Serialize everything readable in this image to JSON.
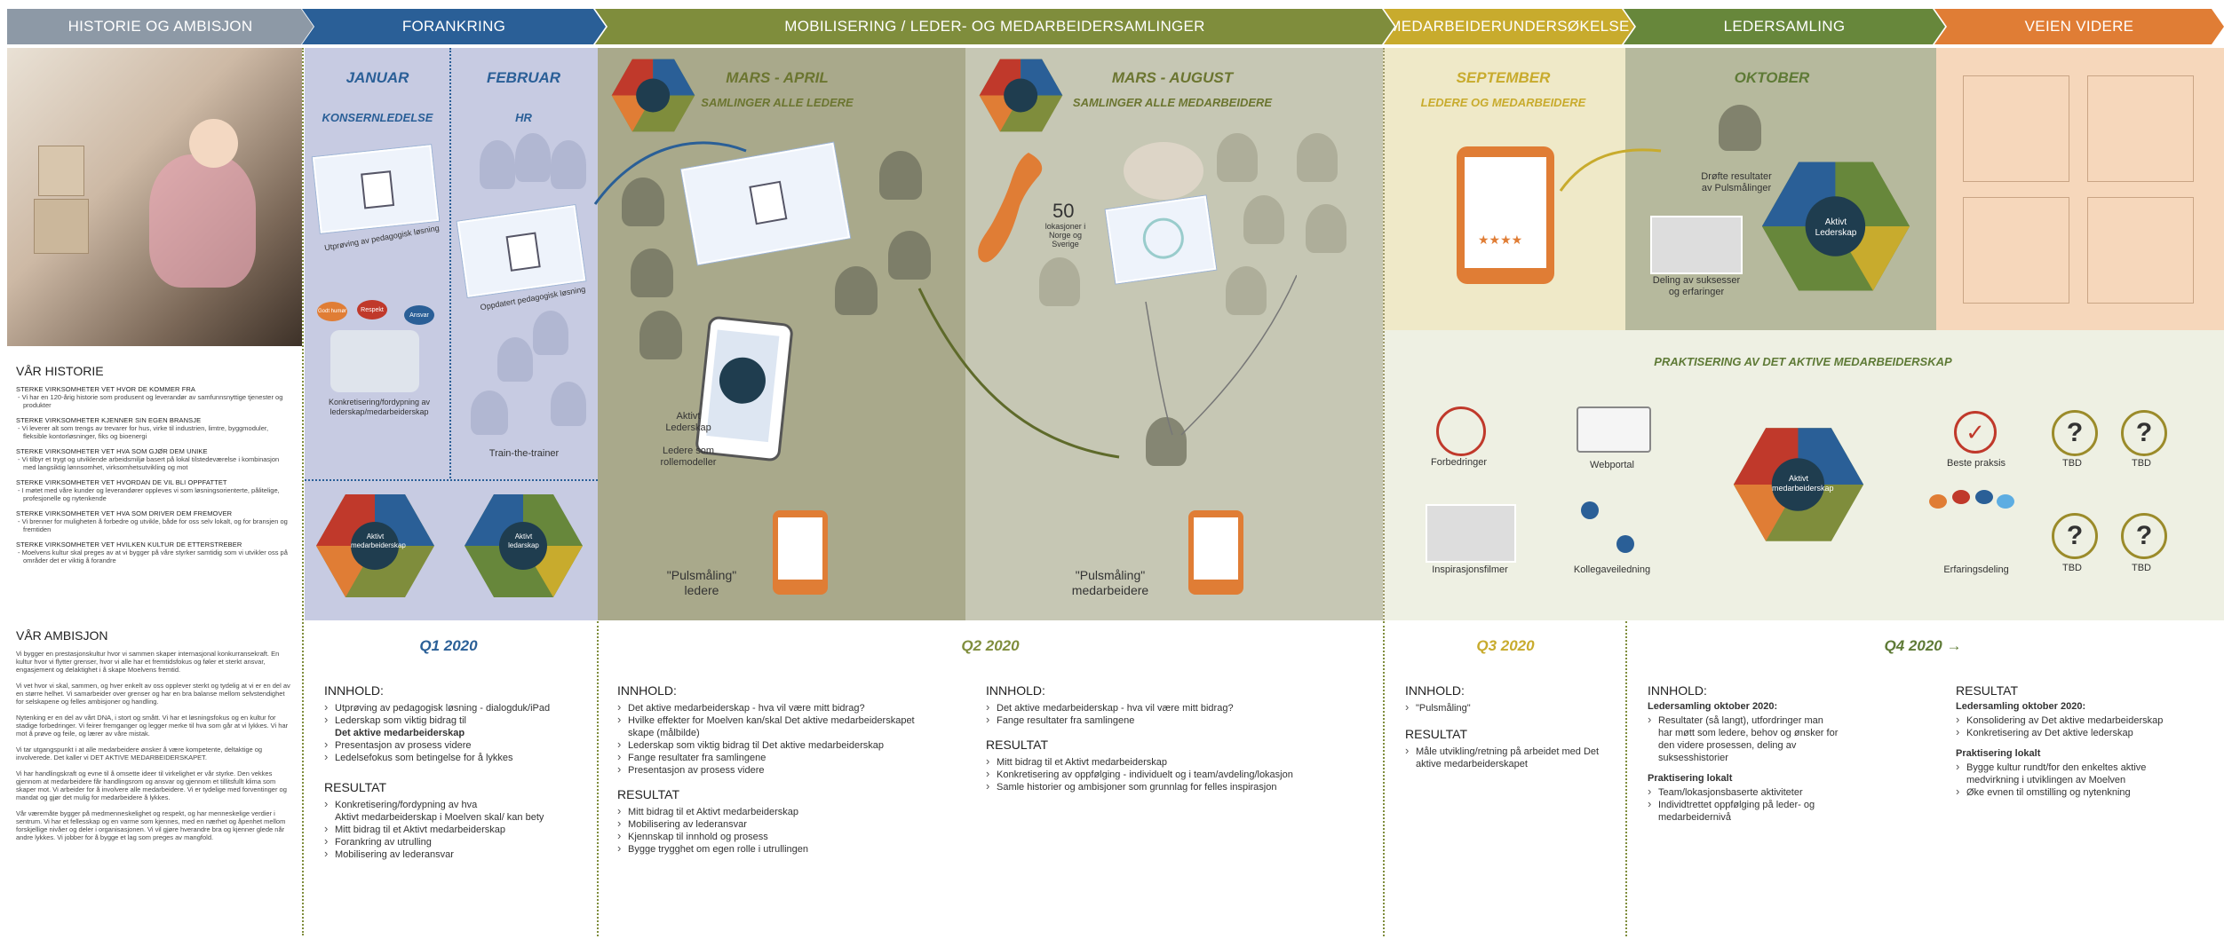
{
  "header": {
    "historie": "HISTORIE OG AMBISJON",
    "forankring": "FORANKRING",
    "mobilisering": "MOBILISERING / LEDER- OG MEDARBEIDERSAMLINGER",
    "medarbeider": "MEDARBEIDERUNDERSØKELSE",
    "ledersamling": "LEDERSAMLING",
    "veien": "VEIEN VIDERE"
  },
  "colors": {
    "historie": "#8d99a6",
    "forankring": "#2a5f97",
    "mobilisering": "#7f8d3c",
    "medarbeider": "#c8ab2d",
    "ledersamling": "#67873b",
    "veien": "#e07d35"
  },
  "forankring": {
    "januar": "JANUAR",
    "konsern": "KONSERNLEDELSE",
    "februar": "FEBRUAR",
    "hr": "HR",
    "utproving": "Utprøving av pedagogisk løsning",
    "oppdatert": "Oppdatert pedagogisk løsning",
    "konkret": "Konkretisering/fordypning av lederskap/medarbeiderskap",
    "train": "Train-the-trainer",
    "bubbles": [
      "Godt humør",
      "Respekt",
      "Ansvar"
    ]
  },
  "mob": {
    "t1": "MARS - APRIL",
    "s1": "SAMLINGER ALLE LEDERE",
    "t2": "MARS - AUGUST",
    "s2": "SAMLINGER ALLE MEDARBEIDERE",
    "aktiv1": "Aktivt",
    "aktiv2": "Lederskap",
    "ledere_som": "Ledere som",
    "rollemodeller": "rollemodeller",
    "puls_ledere_1": "\"Pulsmåling\"",
    "puls_ledere_2": "ledere",
    "puls_med_1": "\"Pulsmåling\"",
    "puls_med_2": "medarbeidere",
    "num50": "50",
    "lok1": "lokasjoner i",
    "lok2": "Norge og",
    "lok3": "Sverige"
  },
  "sept": {
    "title": "SEPTEMBER",
    "sub": "LEDERE OG MEDARBEIDERE"
  },
  "okt": {
    "title": "OKTOBER",
    "drofte1": "Drøfte resultater",
    "drofte2": "av Pulsmålinger",
    "deling1": "Deling av suksesser",
    "deling2": "og erfaringer"
  },
  "prak": {
    "title": "PRAKTISERING AV DET AKTIVE MEDARBEIDERSKAP",
    "forbedringer": "Forbedringer",
    "webportal": "Webportal",
    "inspirasjon": "Inspirasjonsfilmer",
    "kollega": "Kollegaveiledning",
    "beste": "Beste praksis",
    "erfaring": "Erfaringsdeling",
    "tbd": "TBD"
  },
  "hex": {
    "center1": "Aktivt",
    "center2": "medarbeiderskap",
    "center_led": "ledarskap"
  },
  "historie": {
    "heading": "VÅR HISTORIE",
    "items": [
      {
        "lbl": "STERKE VIRKSOMHETER VET HVOR DE KOMMER FRA",
        "txt": "Vi har en 120-årig historie som produsent og leverandør av samfunnsnyttige tjenester og produkter"
      },
      {
        "lbl": "STERKE VIRKSOMHETER KJENNER SIN EGEN BRANSJE",
        "txt": "Vi leverer alt som trengs av trevarer for hus, virke til industrien, limtre, byggmoduler, fleksible kontorløsninger, fiks og bioenergi"
      },
      {
        "lbl": "STERKE VIRKSOMHETER VET HVA SOM GJØR DEM UNIKE",
        "txt": "Vi tilbyr et trygt og utviklende arbeidsmiljø basert på lokal tilstedeværelse i kombinasjon med langsiktig lønnsomhet, virksomhetsutvikling og mot"
      },
      {
        "lbl": "STERKE VIRKSOMHETER VET HVORDAN DE VIL BLI OPPFATTET",
        "txt": "I møtet med våre kunder og leverandører oppleves vi som løsningsorienterte, pålitelige, profesjonelle og nytenkende"
      },
      {
        "lbl": "STERKE VIRKSOMHETER VET HVA SOM DRIVER DEM FREMOVER",
        "txt": "Vi brenner for muligheten å forbedre og utvikle, både for oss selv lokalt, og for bransjen og fremtiden"
      },
      {
        "lbl": "STERKE VIRKSOMHETER VET HVILKEN KULTUR DE ETTERSTREBER",
        "txt": "Moelvens kultur skal preges av at vi bygger på våre styrker samtidig som vi utvikler oss på områder det er viktig å forandre"
      }
    ]
  },
  "ambisjon": {
    "heading": "VÅR AMBISJON",
    "p": [
      "Vi bygger en prestasjonskultur hvor vi sammen skaper internasjonal konkurransekraft. En kultur hvor vi flytter grenser, hvor vi alle har et fremtidsfokus og føler et sterkt ansvar, engasjement og delaktighet i å skape Moelvens fremtid.",
      "Vi vet hvor vi skal, sammen, og hver enkelt av oss opplever sterkt og tydelig at vi er en del av en større helhet. Vi samarbeider over grenser og har en bra balanse mellom selvstendighet for selskapene og felles ambisjoner og handling.",
      "Nytenking er en del av vårt DNA, i stort og smått. Vi har et løsningsfokus og en kultur for stadige forbedringer. Vi feirer fremganger og legger merke til hva som går at vi lykkes. Vi har mot å prøve og feile, og lærer av våre mistak.",
      "Vi tar utgangspunkt i at alle medarbeidere ønsker å være kompetente, deltaktige og involverede. Det kaller vi DET AKTIVE MEDARBEIDERSKAPET.",
      "Vi har handlingskraft og evne til å omsette ideer til virkelighet er vår styrke. Den vekkes gjennom at medarbeidere får handlingsrom og ansvar og gjennom et tillitsfullt klima som skaper mot. Vi arbeider for å involvere alle medarbeidere. Vi er tydelige med forventinger og mandat og gjør det mulig for medarbeidere å lykkes.",
      "Vår væremåte bygger på medmenneskelighet og respekt, og har menneskelige verdier i sentrum. Vi har et fellesskap og en varme som kjennes, med en nærhet og åpenhet mellom forskjellige nivåer og deler i organisasjonen. Vi vil gjøre hverandre bra og kjenner glede når andre lykkes. Vi jobber for å bygge et lag som preges av mangfold."
    ]
  },
  "q": {
    "q1": "Q1 2020",
    "q2": "Q2 2020",
    "q3": "Q3 2020",
    "q4": "Q4 2020 →"
  },
  "q1": {
    "innhold": "INNHOLD:",
    "items": [
      "Utprøving av pedagogisk løsning - dialogduk/iPad",
      "Lederskap som viktig bidrag til",
      "Presentasjon av prosess videre",
      "Ledelsefokus som betingelse for å lykkes"
    ],
    "bold": "Det aktive medarbeiderskap",
    "resultat": "RESULTAT",
    "res": [
      "Konkretisering/fordypning av hva",
      "Mitt bidrag til et Aktivt medarbeiderskap",
      "Forankring av utrulling",
      "Mobilisering av lederansvar"
    ],
    "res1b": "Aktivt medarbeiderskap i Moelven skal/ kan bety"
  },
  "q2a": {
    "innhold": "INNHOLD:",
    "items": [
      "Det aktive medarbeiderskap - hva vil være mitt bidrag?",
      "Hvilke effekter for Moelven kan/skal Det aktive medarbeiderskapet skape (målbilde)",
      "Lederskap som viktig bidrag til Det aktive medarbeiderskap",
      "Fange resultater fra samlingene",
      "Presentasjon av prosess videre"
    ],
    "resultat": "RESULTAT",
    "res": [
      "Mitt bidrag til et Aktivt medarbeiderskap",
      "Mobilisering av lederansvar",
      "Kjennskap til innhold og prosess",
      "Bygge trygghet om egen rolle i utrullingen"
    ]
  },
  "q2b": {
    "innhold": "INNHOLD:",
    "items": [
      "Det aktive medarbeiderskap - hva vil være mitt bidrag?",
      "Fange resultater fra samlingene"
    ],
    "resultat": "RESULTAT",
    "res": [
      "Mitt bidrag til et Aktivt medarbeiderskap",
      "Konkretisering av oppfølging - individuelt og i team/avdeling/lokasjon",
      "Samle historier og ambisjoner som grunnlag for felles inspirasjon"
    ]
  },
  "q3": {
    "innhold": "INNHOLD:",
    "items": [
      "\"Pulsmåling\""
    ],
    "resultat": "RESULTAT",
    "res": [
      "Måle utvikling/retning på arbeidet med Det aktive medarbeiderskapet"
    ]
  },
  "q4a": {
    "innhold": "INNHOLD:",
    "sub1": "Ledersamling oktober 2020:",
    "items1": [
      "Resultater (så langt), utfordringer man har møtt som ledere, behov og ønsker for den videre prosessen, deling av suksesshistorier"
    ],
    "sub2": "Praktisering lokalt",
    "items2": [
      "Team/lokasjonsbaserte aktiviteter",
      "Individtrettet oppfølging på leder- og medarbeidernivå"
    ]
  },
  "q4b": {
    "resultat": "RESULTAT",
    "sub1": "Ledersamling oktober 2020:",
    "items1": [
      "Konsolidering av Det aktive medarbeiderskap",
      "Konkretisering av Det aktive lederskap"
    ],
    "sub2": "Praktisering lokalt",
    "items2": [
      "Bygge kultur rundt/for den enkeltes aktive medvirkning i utviklingen av Moelven",
      "Øke evnen til omstilling og nytenkning"
    ]
  }
}
